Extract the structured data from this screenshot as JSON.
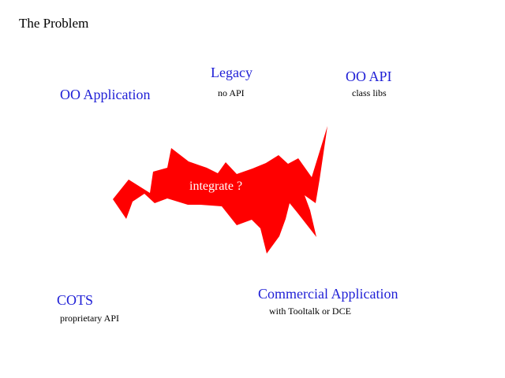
{
  "title": "The Problem",
  "colors": {
    "label": "#1f1fd6",
    "splat": "#ff0000",
    "splat_text": "#ffffff"
  },
  "center": {
    "label": "integrate ?"
  },
  "nodes": {
    "oo_application": {
      "label": "OO Application"
    },
    "legacy": {
      "label": "Legacy",
      "sub": "no API"
    },
    "oo_api": {
      "label": "OO API",
      "sub": "class libs"
    },
    "cots": {
      "label": "COTS",
      "sub": "proprietary API"
    },
    "commercial": {
      "label": "Commercial Application",
      "sub": "with Tooltalk or DCE"
    }
  }
}
